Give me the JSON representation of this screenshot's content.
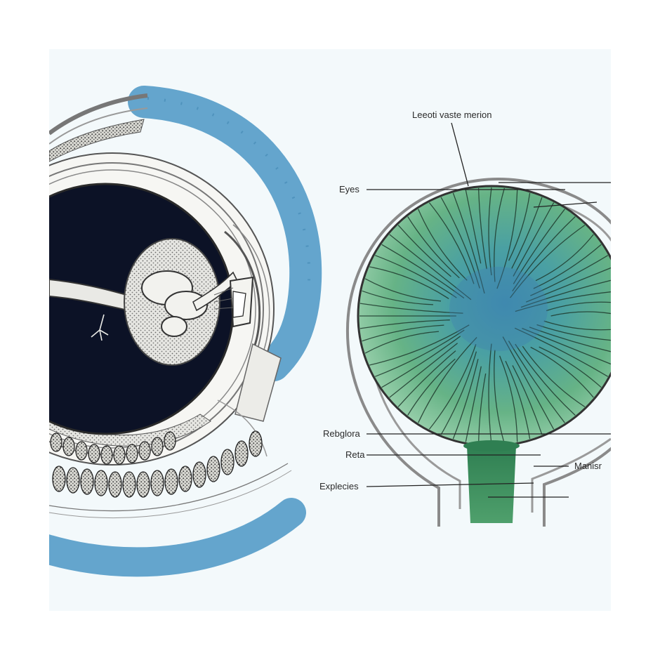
{
  "diagram": {
    "colors": {
      "paper": "#f3f9fb",
      "ink": "#2f2f2f",
      "membrane_blue": "#4a97c4",
      "pupil_dark": "#0c1226",
      "retina_green": "#5aa77a",
      "retina_teal": "#3f8fae",
      "stalk_green": "#3f8f5a"
    },
    "labels": {
      "top": "Leeoti vaste merion",
      "eyes": "Eyes",
      "regiora": "Rebglora",
      "reta": "Reta",
      "explecies": "Explecies",
      "manism": "Manisr"
    }
  }
}
